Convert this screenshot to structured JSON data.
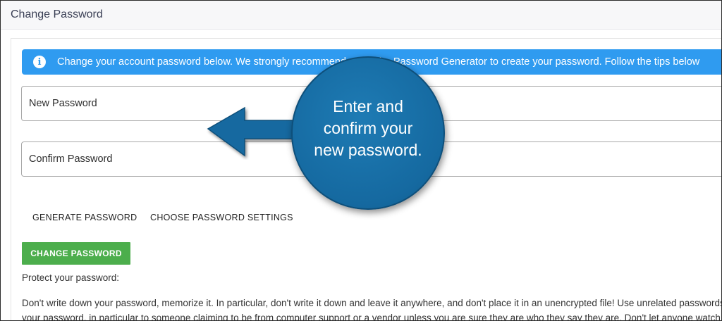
{
  "page": {
    "title": "Change Password"
  },
  "info_banner": {
    "text": "Change your account password below. We strongly recommend using the Password Generator to create your password. Follow the tips below"
  },
  "form": {
    "new_password": {
      "placeholder": "New Password",
      "value": ""
    },
    "confirm_password": {
      "placeholder": "Confirm Password",
      "value": ""
    },
    "generate_label": "GENERATE PASSWORD",
    "settings_label": "CHOOSE PASSWORD SETTINGS",
    "submit_label": "CHANGE PASSWORD"
  },
  "tips": {
    "heading": "Protect your password:",
    "line1": "Don't write down your password, memorize it. In particular, don't write it down and leave it anywhere, and don't place it in an unencrypted file! Use unrelated passwords for",
    "line2": "your password, in particular to someone claiming to be from computer support or a vendor unless you are sure they are who they say they are. Don't let anyone watch you"
  },
  "callout": {
    "text": "Enter and confirm your new password."
  },
  "colors": {
    "info_banner": "#2f9bf0",
    "submit_button": "#4cae4c",
    "callout": "#1569a0"
  },
  "icons": {
    "info": "info-icon",
    "arrow": "arrow-left-icon"
  }
}
